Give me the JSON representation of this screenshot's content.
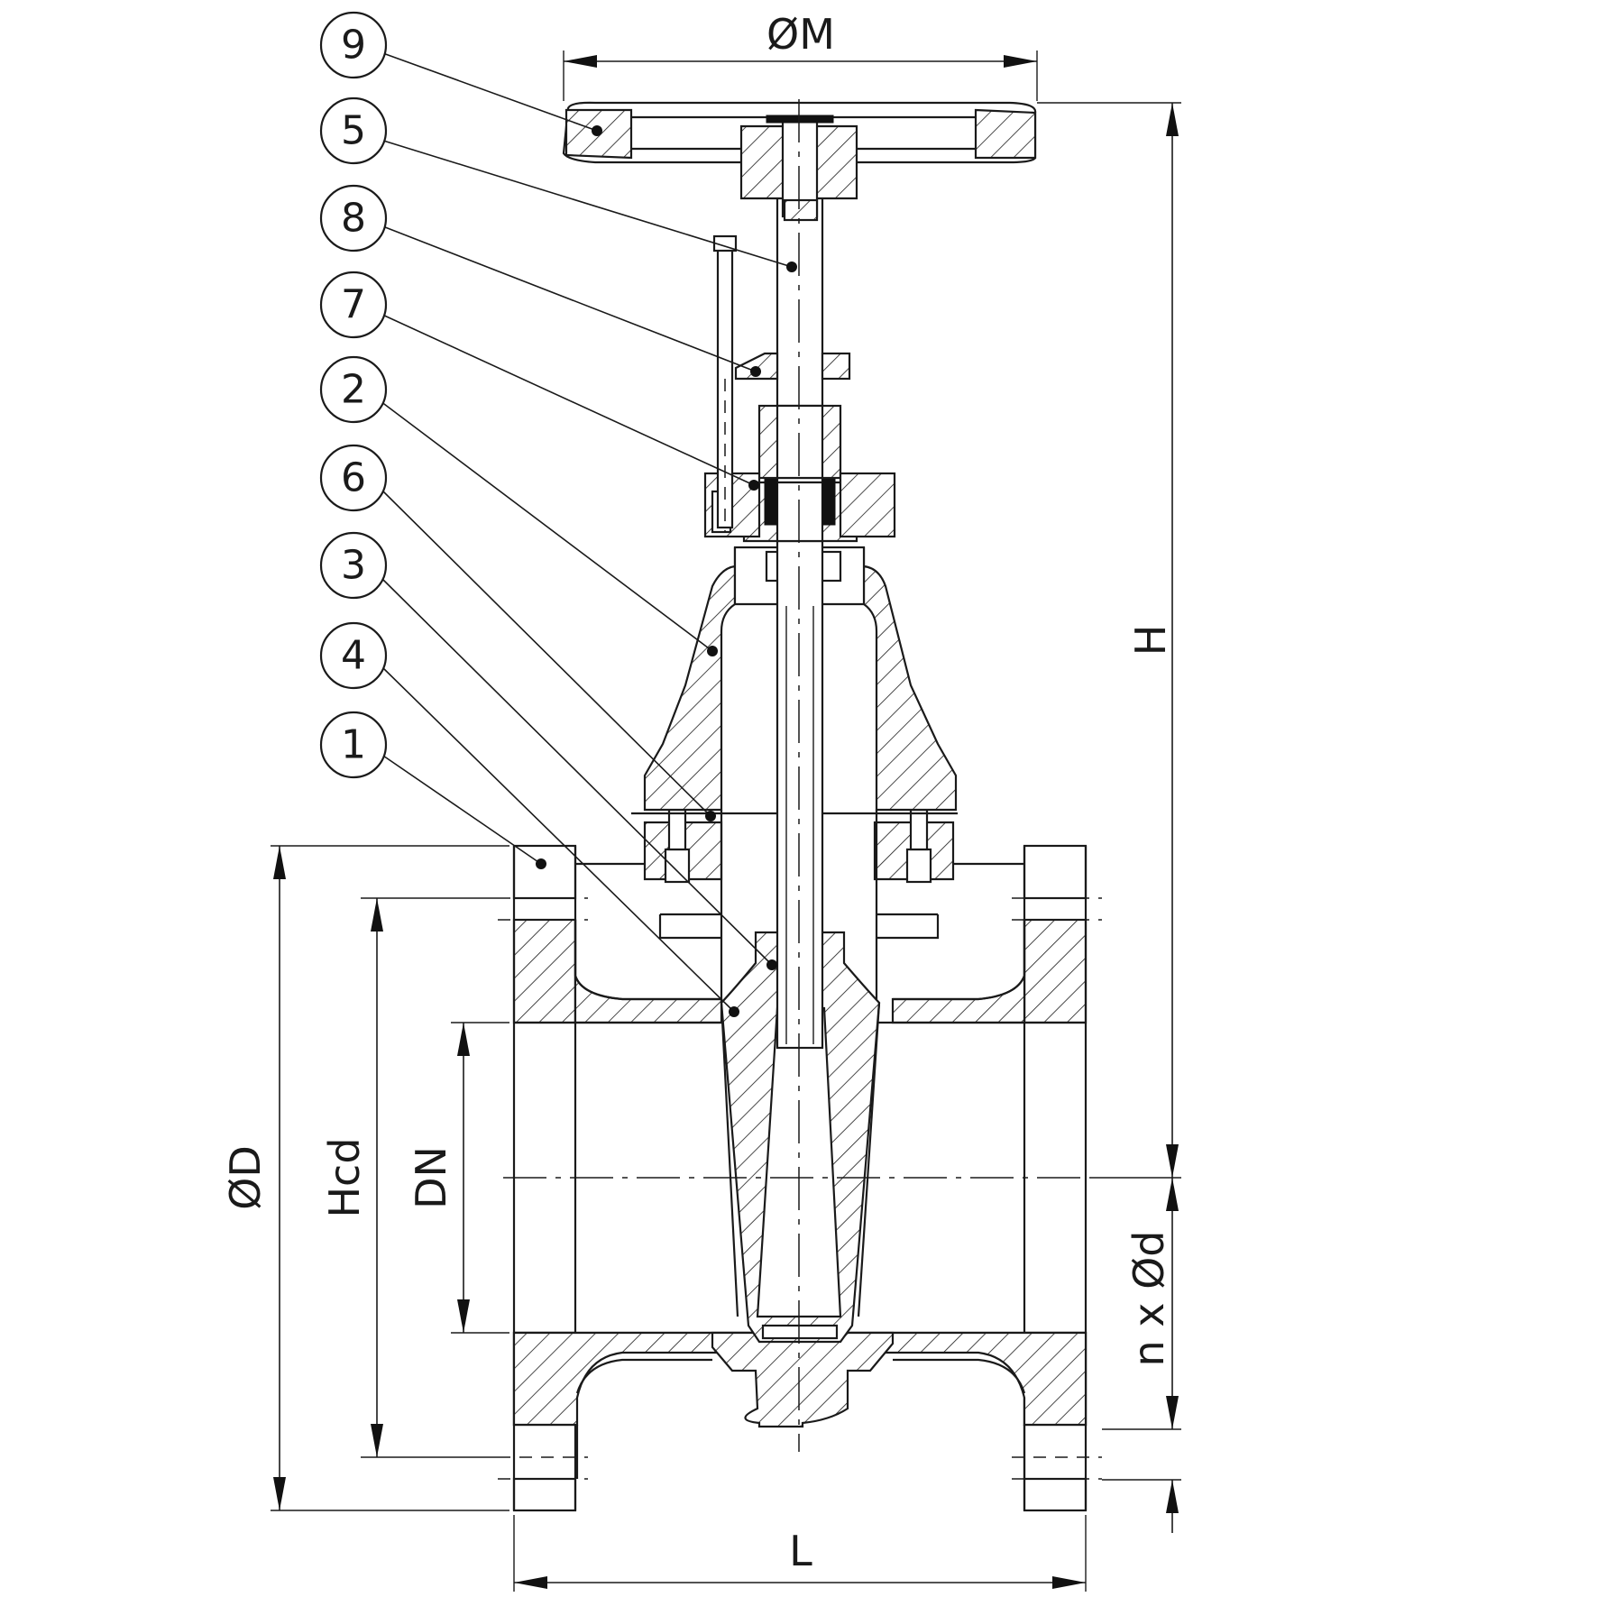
{
  "callouts": [
    {
      "label": "9"
    },
    {
      "label": "5"
    },
    {
      "label": "8"
    },
    {
      "label": "7"
    },
    {
      "label": "2"
    },
    {
      "label": "6"
    },
    {
      "label": "3"
    },
    {
      "label": "4"
    },
    {
      "label": "1"
    }
  ],
  "dimensions": {
    "handwheel_diameter": "ØM",
    "height": "H",
    "flange_diameter": "ØD",
    "bolt_circle_height": "Hcd",
    "nominal_diameter": "DN",
    "bolt_holes": "n x Ød",
    "length": "L"
  }
}
